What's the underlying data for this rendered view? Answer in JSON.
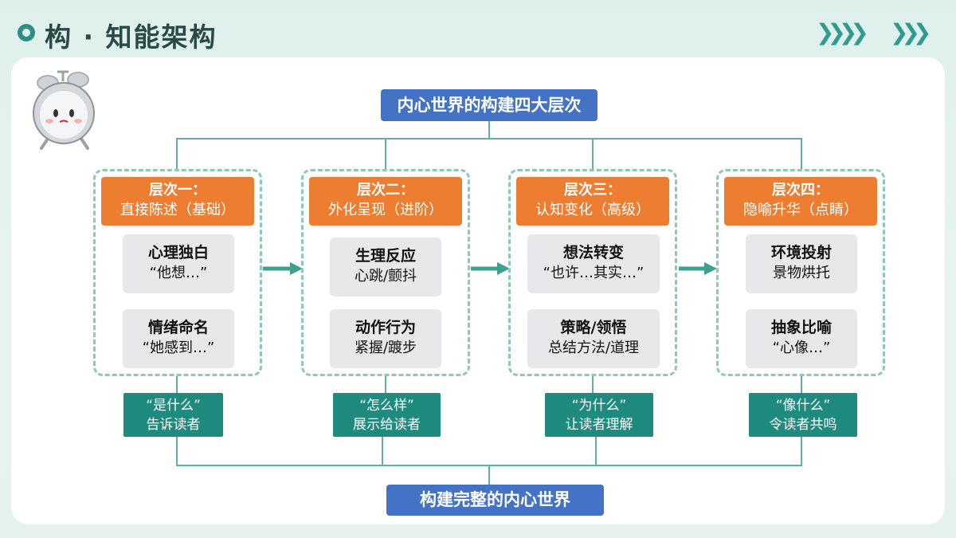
{
  "header": {
    "title": "构 · 知能架构"
  },
  "diagram": {
    "top_banner": "内心世界的构建四大层次",
    "bottom_banner": "构建完整的内心世界",
    "levels": [
      {
        "title": "层次一：",
        "subtitle": "直接陈述（基础）",
        "items": [
          {
            "title": "心理独白",
            "sub": "“他想…”"
          },
          {
            "title": "情绪命名",
            "sub": "“她感到…”"
          }
        ],
        "summary": {
          "line1": "“是什么”",
          "line2": "告诉读者"
        }
      },
      {
        "title": "层次二：",
        "subtitle": "外化呈现（进阶）",
        "items": [
          {
            "title": "生理反应",
            "sub": "心跳/颤抖"
          },
          {
            "title": "动作行为",
            "sub": "紧握/踱步"
          }
        ],
        "summary": {
          "line1": "“怎么样”",
          "line2": "展示给读者"
        }
      },
      {
        "title": "层次三：",
        "subtitle": "认知变化（高级）",
        "items": [
          {
            "title": "想法转变",
            "sub": "“也许…其实…”"
          },
          {
            "title": "策略/领悟",
            "sub": "总结方法/道理"
          }
        ],
        "summary": {
          "line1": "“为什么”",
          "line2": "让读者理解"
        }
      },
      {
        "title": "层次四：",
        "subtitle": "隐喻升华（点睛）",
        "items": [
          {
            "title": "环境投射",
            "sub": "景物烘托"
          },
          {
            "title": "抽象比喻",
            "sub": "“心像…”"
          }
        ],
        "summary": {
          "line1": "“像什么”",
          "line2": "令读者共鸣"
        }
      }
    ]
  },
  "colors": {
    "banner": "#4472c4",
    "level_header": "#ed7d31",
    "summary_box": "#1f8a7e",
    "connector": "#5fb0a5",
    "item_box": "#e8e8ea"
  },
  "icons": [
    "chevrons-right-icon",
    "alarm-clock-mascot-icon",
    "arrow-right-icon",
    "arrow-down-icon"
  ]
}
